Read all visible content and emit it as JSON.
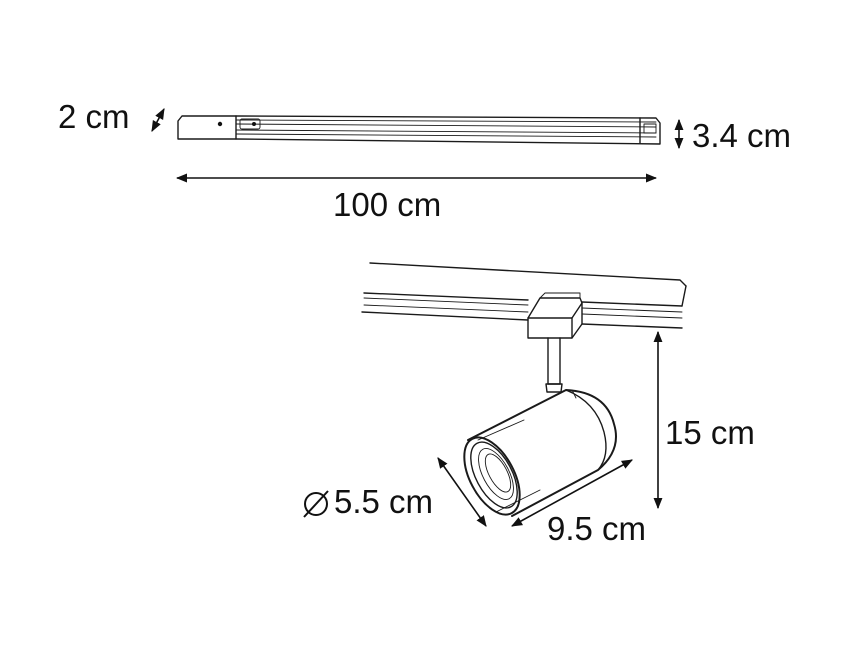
{
  "labels": {
    "rail_height": "2 cm",
    "rail_width": "3.4 cm",
    "rail_length": "100 cm",
    "spot_height": "15 cm",
    "spot_diameter": "5.5 cm",
    "spot_length": "9.5 cm"
  },
  "colors": {
    "line": "#1a1a1a",
    "background": "#ffffff"
  },
  "icons": {
    "diameter_symbol": "diameter-icon"
  }
}
